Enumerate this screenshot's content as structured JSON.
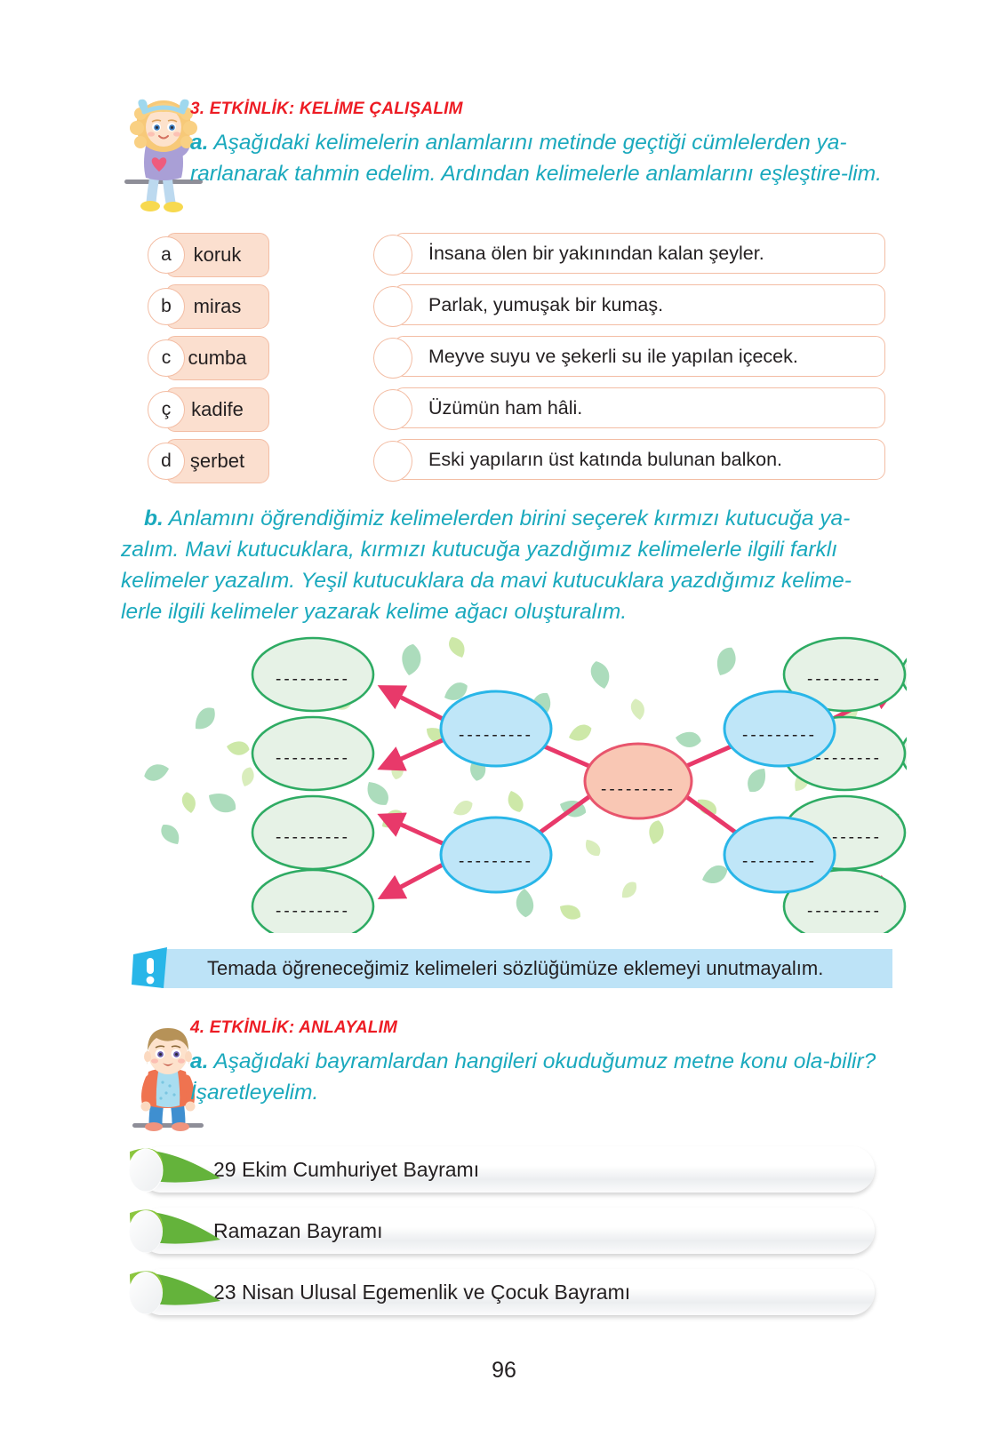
{
  "activity3": {
    "title": "3. ETKİNLİK: KELİME ÇALIŞALIM",
    "instruction_label": "a.",
    "instruction": " Aşağıdaki kelimelerin anlamlarını metinde geçtiği cümlelerden ya-rarlanarak tahmin edelim. Ardından kelimelerle anlamlarını eşleştire-lim."
  },
  "matching": {
    "words": [
      {
        "letter": "a",
        "word": "koruk"
      },
      {
        "letter": "b",
        "word": "miras"
      },
      {
        "letter": "c",
        "word": "cumba"
      },
      {
        "letter": "ç",
        "word": "kadife"
      },
      {
        "letter": "d",
        "word": "şerbet"
      }
    ],
    "definitions": [
      {
        "text": "İnsana ölen bir yakınından kalan şeyler.",
        "answer": ""
      },
      {
        "text": "Parlak, yumuşak bir kumaş.",
        "answer": ""
      },
      {
        "text": "Meyve suyu ve şekerli su ile yapılan içecek.",
        "answer": ""
      },
      {
        "text": "Üzümün ham hâli.",
        "answer": ""
      },
      {
        "text": "Eski yapıların üst katında bulunan balkon.",
        "answer": ""
      }
    ]
  },
  "paragraph_b": {
    "label": "b.",
    "line1": " Anlamını öğrendiğimiz kelimelerden birini seçerek kırmızı kutucuğa ya-",
    "line2": "zalım. Mavi kutucuklara, kırmızı kutucuğa yazdığımız kelimelerle ilgili farklı",
    "line3": "kelimeler yazalım. Yeşil kutucuklara da mavi kutucuklara yazdığımız kelime-",
    "line4": "lerle ilgili kelimeler yazarak kelime ağacı oluşturalım."
  },
  "word_tree": {
    "center": {
      "label": "",
      "fill": "#f9c7b4",
      "stroke": "#e8556d"
    },
    "blue_fill": "#bfe6f8",
    "blue_stroke": "#29b6e8",
    "green_fill": "#e6f2e6",
    "green_stroke": "#2eab63",
    "arrow_color": "#e8396a",
    "leaf_colors": [
      "#a8dbb9",
      "#c6e3a0",
      "#d7ecb9",
      "#b7e0c4"
    ],
    "blue_nodes": [
      {
        "id": "blue-top-left",
        "label": ""
      },
      {
        "id": "blue-bottom-left",
        "label": ""
      },
      {
        "id": "blue-top-right",
        "label": ""
      },
      {
        "id": "blue-bottom-right",
        "label": ""
      }
    ],
    "green_nodes": [
      {
        "id": "green-left-1",
        "label": ""
      },
      {
        "id": "green-left-2",
        "label": ""
      },
      {
        "id": "green-left-3",
        "label": ""
      },
      {
        "id": "green-left-4",
        "label": ""
      },
      {
        "id": "green-right-1",
        "label": ""
      },
      {
        "id": "green-right-2",
        "label": ""
      },
      {
        "id": "green-right-3",
        "label": ""
      },
      {
        "id": "green-right-4",
        "label": ""
      }
    ]
  },
  "notice": {
    "icon": "exclamation-icon",
    "text": "Temada öğreneceğimiz kelimeleri sözlüğümüze eklemeyi unutmayalım.",
    "bg_color": "#bde3f7",
    "icon_color": "#29b6e8"
  },
  "activity4": {
    "title": "4. ETKİNLİK: ANLAYALIM",
    "instruction_label": "a.",
    "instruction": " Aşağıdaki bayramlardan hangileri okuduğumuz metne konu ola-bilir? İşaretleyelim."
  },
  "bayram_list": {
    "items": [
      {
        "label": "29 Ekim Cumhuriyet Bayramı",
        "checked": false
      },
      {
        "label": "Ramazan Bayramı",
        "checked": false
      },
      {
        "label": "23 Nisan Ulusal Egemenlik ve Çocuk Bayramı",
        "checked": false
      }
    ],
    "check_color": "#64b33b"
  },
  "page_number": "96"
}
